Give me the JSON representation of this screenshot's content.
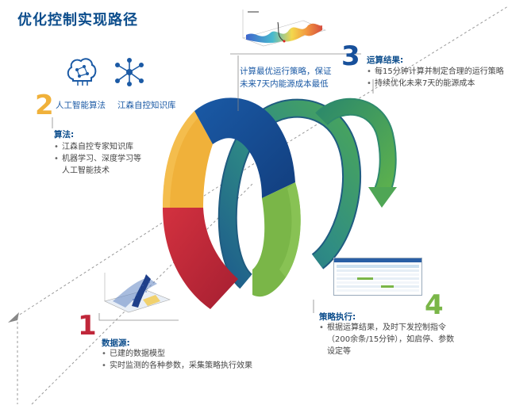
{
  "title": "优化控制实现路径",
  "step1": {
    "number": "1",
    "heading": "数据源:",
    "bullets": [
      "已建的数据模型",
      "实时监测的各种参数，采集策略执行效果"
    ],
    "color": "#c0273a"
  },
  "step2": {
    "number": "2",
    "icon_labels": [
      "人工智能算法",
      "江森自控知识库"
    ],
    "icons": [
      "brain-circuit-icon",
      "network-nodes-icon"
    ],
    "heading": "算法:",
    "bullets": [
      "江森自控专家知识库",
      "机器学习、深度学习等",
      "人工智能技术"
    ],
    "color": "#f0b13a"
  },
  "step3": {
    "number": "3",
    "note_lines": [
      "计算最优运行策略，保证",
      "未来7天内能源成本最低"
    ],
    "heading": "运算结果:",
    "bullets": [
      "每15分钟计算并制定合理的运行策略",
      "持续优化未来7天的能源成本"
    ],
    "color": "#17509b"
  },
  "step4": {
    "number": "4",
    "heading": "策略执行:",
    "bullets": [
      "根据运算结果，及时下发控制指令",
      "（200余条/15分钟），如启停、参数",
      "设定等"
    ],
    "color": "#7ab648"
  },
  "colors": {
    "title": "#0c4d8c",
    "red": "#c0273a",
    "yellow": "#f0b13a",
    "blue": "#17509b",
    "green": "#7ab648",
    "teal_start": "#2c7a8e",
    "teal_end": "#3fa05c"
  }
}
